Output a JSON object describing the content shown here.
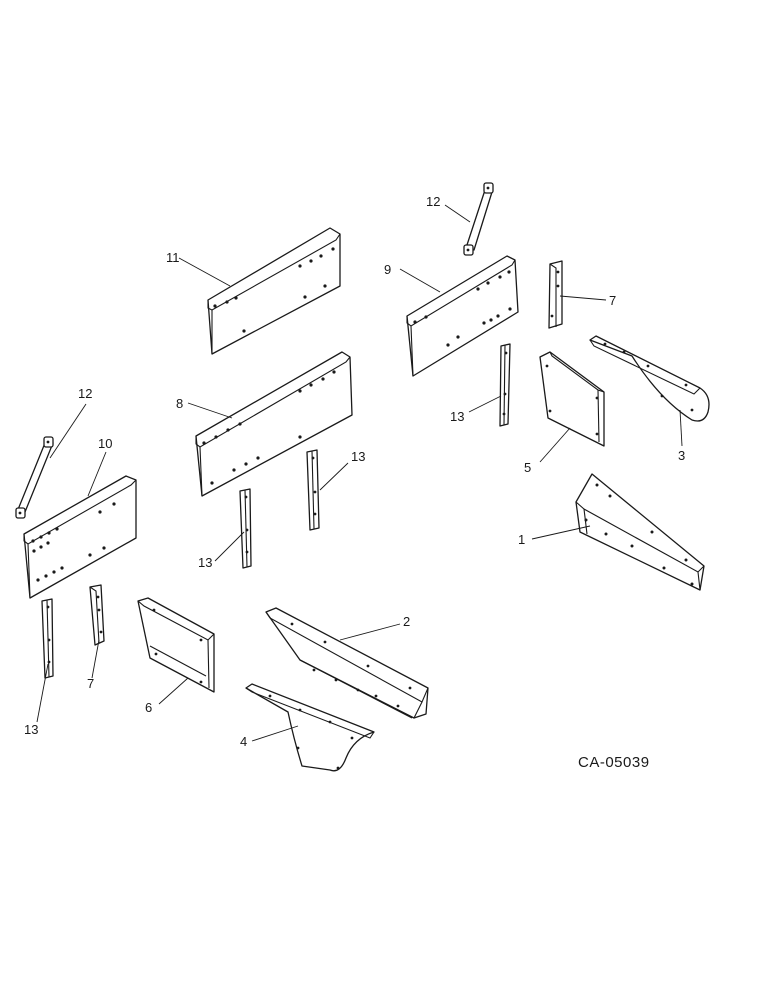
{
  "drawing": {
    "code": "CA-05039",
    "callouts": [
      "1",
      "2",
      "3",
      "4",
      "5",
      "6",
      "7",
      "7",
      "8",
      "9",
      "10",
      "11",
      "12",
      "12",
      "13",
      "13",
      "13",
      "13"
    ]
  }
}
